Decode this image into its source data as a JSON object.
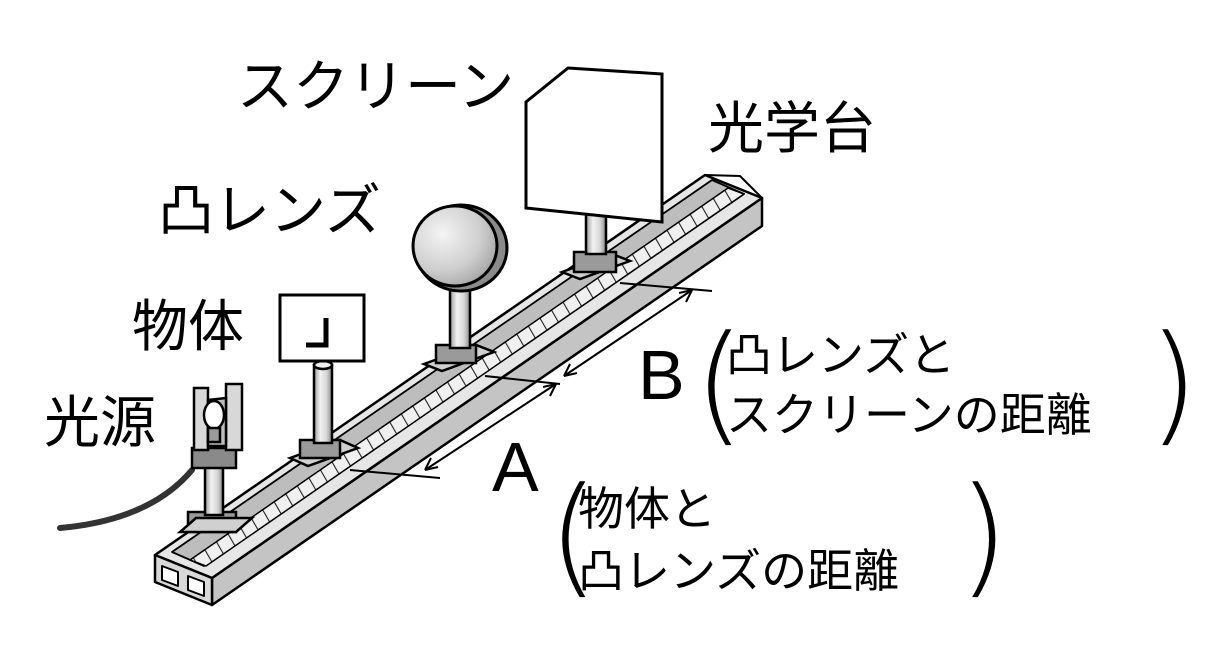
{
  "labels": {
    "screen": "スクリーン",
    "optical_bench": "光学台",
    "convex_lens": "凸レンズ",
    "object": "物体",
    "light_source": "光源"
  },
  "distances": {
    "a": {
      "letter": "A",
      "line1": "物体と",
      "line2": "凸レンズの距離"
    },
    "b": {
      "letter": "B",
      "line1": "凸レンズと",
      "line2": "スクリーンの距離"
    }
  },
  "colors": {
    "rail_top": "#e6e6e6",
    "rail_side": "#c4c4c4",
    "lens": "#cfcfcf",
    "screen": "#ffffff",
    "stroke": "#000000"
  }
}
